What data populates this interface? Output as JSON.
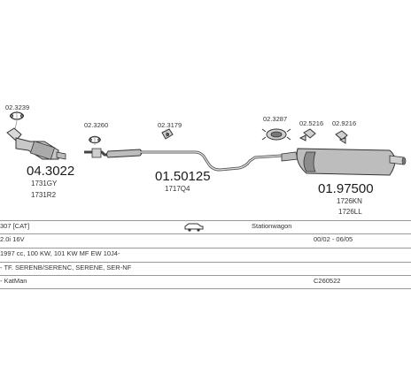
{
  "parts": [
    {
      "code": "02.3239"
    },
    {
      "code": "04.3022",
      "refs": [
        "1731GY",
        "1731R2"
      ]
    },
    {
      "code": "02.3260"
    },
    {
      "code": "02.3179"
    },
    {
      "code": "01.50125",
      "refs": [
        "1717Q4"
      ]
    },
    {
      "code": "02.3287"
    },
    {
      "code": "02.5216"
    },
    {
      "code": "02.9216"
    },
    {
      "code": "01.97500",
      "refs": [
        "1726KN",
        "1726LL"
      ]
    }
  ],
  "info": {
    "model": "307 [CAT]",
    "body_style": "Stationwagon",
    "engine": "2.0i 16V",
    "period": "00/02 - 06/05",
    "specs": "1997 cc, 100 KW, 101 KW MF EW 10J4-",
    "notes": "- TF. SERENB/SERENC, SERENE, SER-NF",
    "catalyst": "- KatMan",
    "set_code": "C260522"
  }
}
